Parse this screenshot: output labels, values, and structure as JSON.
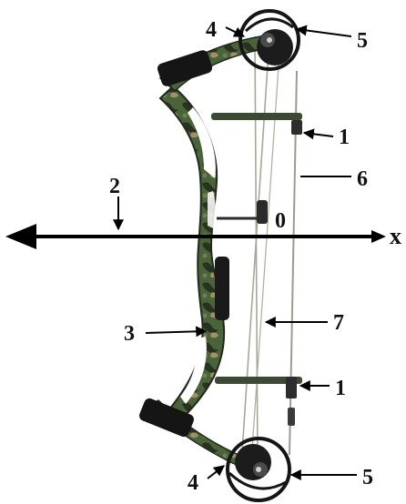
{
  "labels": {
    "n1_top": "1",
    "n1_bottom": "1",
    "n2": "2",
    "n3": "3",
    "n4_top": "4",
    "n4_bottom": "4",
    "n5_top": "5",
    "n5_bottom": "5",
    "n6": "6",
    "n7": "7",
    "origin": "0",
    "axis_x": "x"
  },
  "colors": {
    "camo_green": "#3f5a33",
    "camo_dark": "#1f2a1c",
    "camo_tan": "#a08a62",
    "cam_black": "#151515",
    "string": "#9a9a8c",
    "arrow": "#000000"
  },
  "icons": {
    "compound-bow": "bow-illustration"
  }
}
